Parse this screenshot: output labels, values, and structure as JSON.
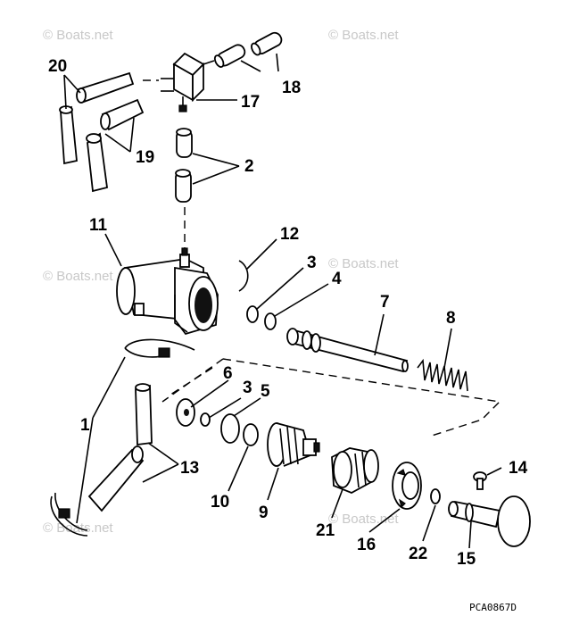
{
  "watermark": "© Boats.net",
  "drawing_code": "PCA0867D",
  "callouts": {
    "c20": "20",
    "c18": "18",
    "c17": "17",
    "c19": "19",
    "c2": "2",
    "c11": "11",
    "c12": "12",
    "c3a": "3",
    "c4": "4",
    "c7": "7",
    "c8": "8",
    "c6": "6",
    "c3b": "3",
    "c5": "5",
    "c1": "1",
    "c13": "13",
    "c14": "14",
    "c10": "10",
    "c9": "9",
    "c21": "21",
    "c16": "16",
    "c22": "22",
    "c15": "15"
  }
}
